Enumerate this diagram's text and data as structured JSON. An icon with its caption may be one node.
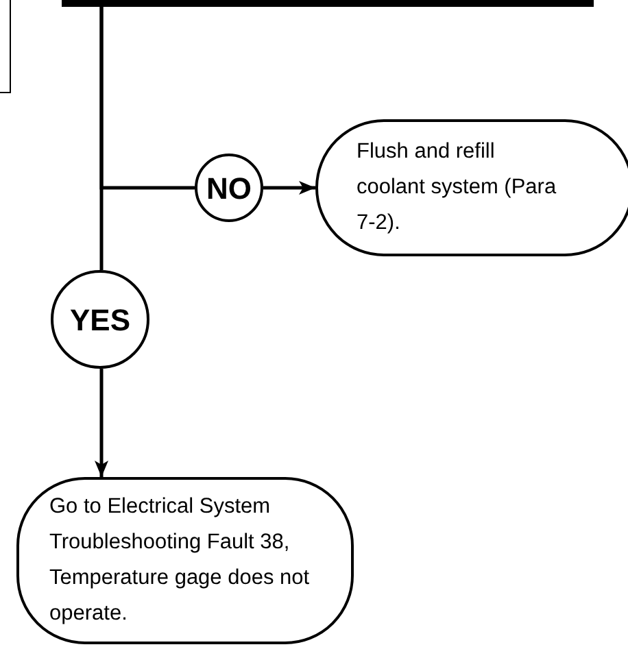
{
  "diagram": {
    "nodes": [
      {
        "text": [],
        "shape": "box"
      },
      {
        "text": [],
        "shape": "box"
      },
      {
        "text": [
          "NO"
        ]
      },
      {
        "text": [
          "Flush and refill coolant system (Para 7-2)."
        ]
      },
      {
        "text": [
          "YES"
        ]
      },
      {
        "text": [
          "Go to Electrical System Troubleshooting Fault 38, Temperature gage does not operate."
        ]
      }
    ],
    "edges": [
      {
        "from": 0,
        "to": 2,
        "arrow": "none"
      },
      {
        "from": 2,
        "to": 3,
        "arrow": "to"
      },
      {
        "from": 0,
        "to": 4,
        "arrow": "none"
      },
      {
        "from": 4,
        "to": 5,
        "arrow": "to"
      }
    ]
  }
}
